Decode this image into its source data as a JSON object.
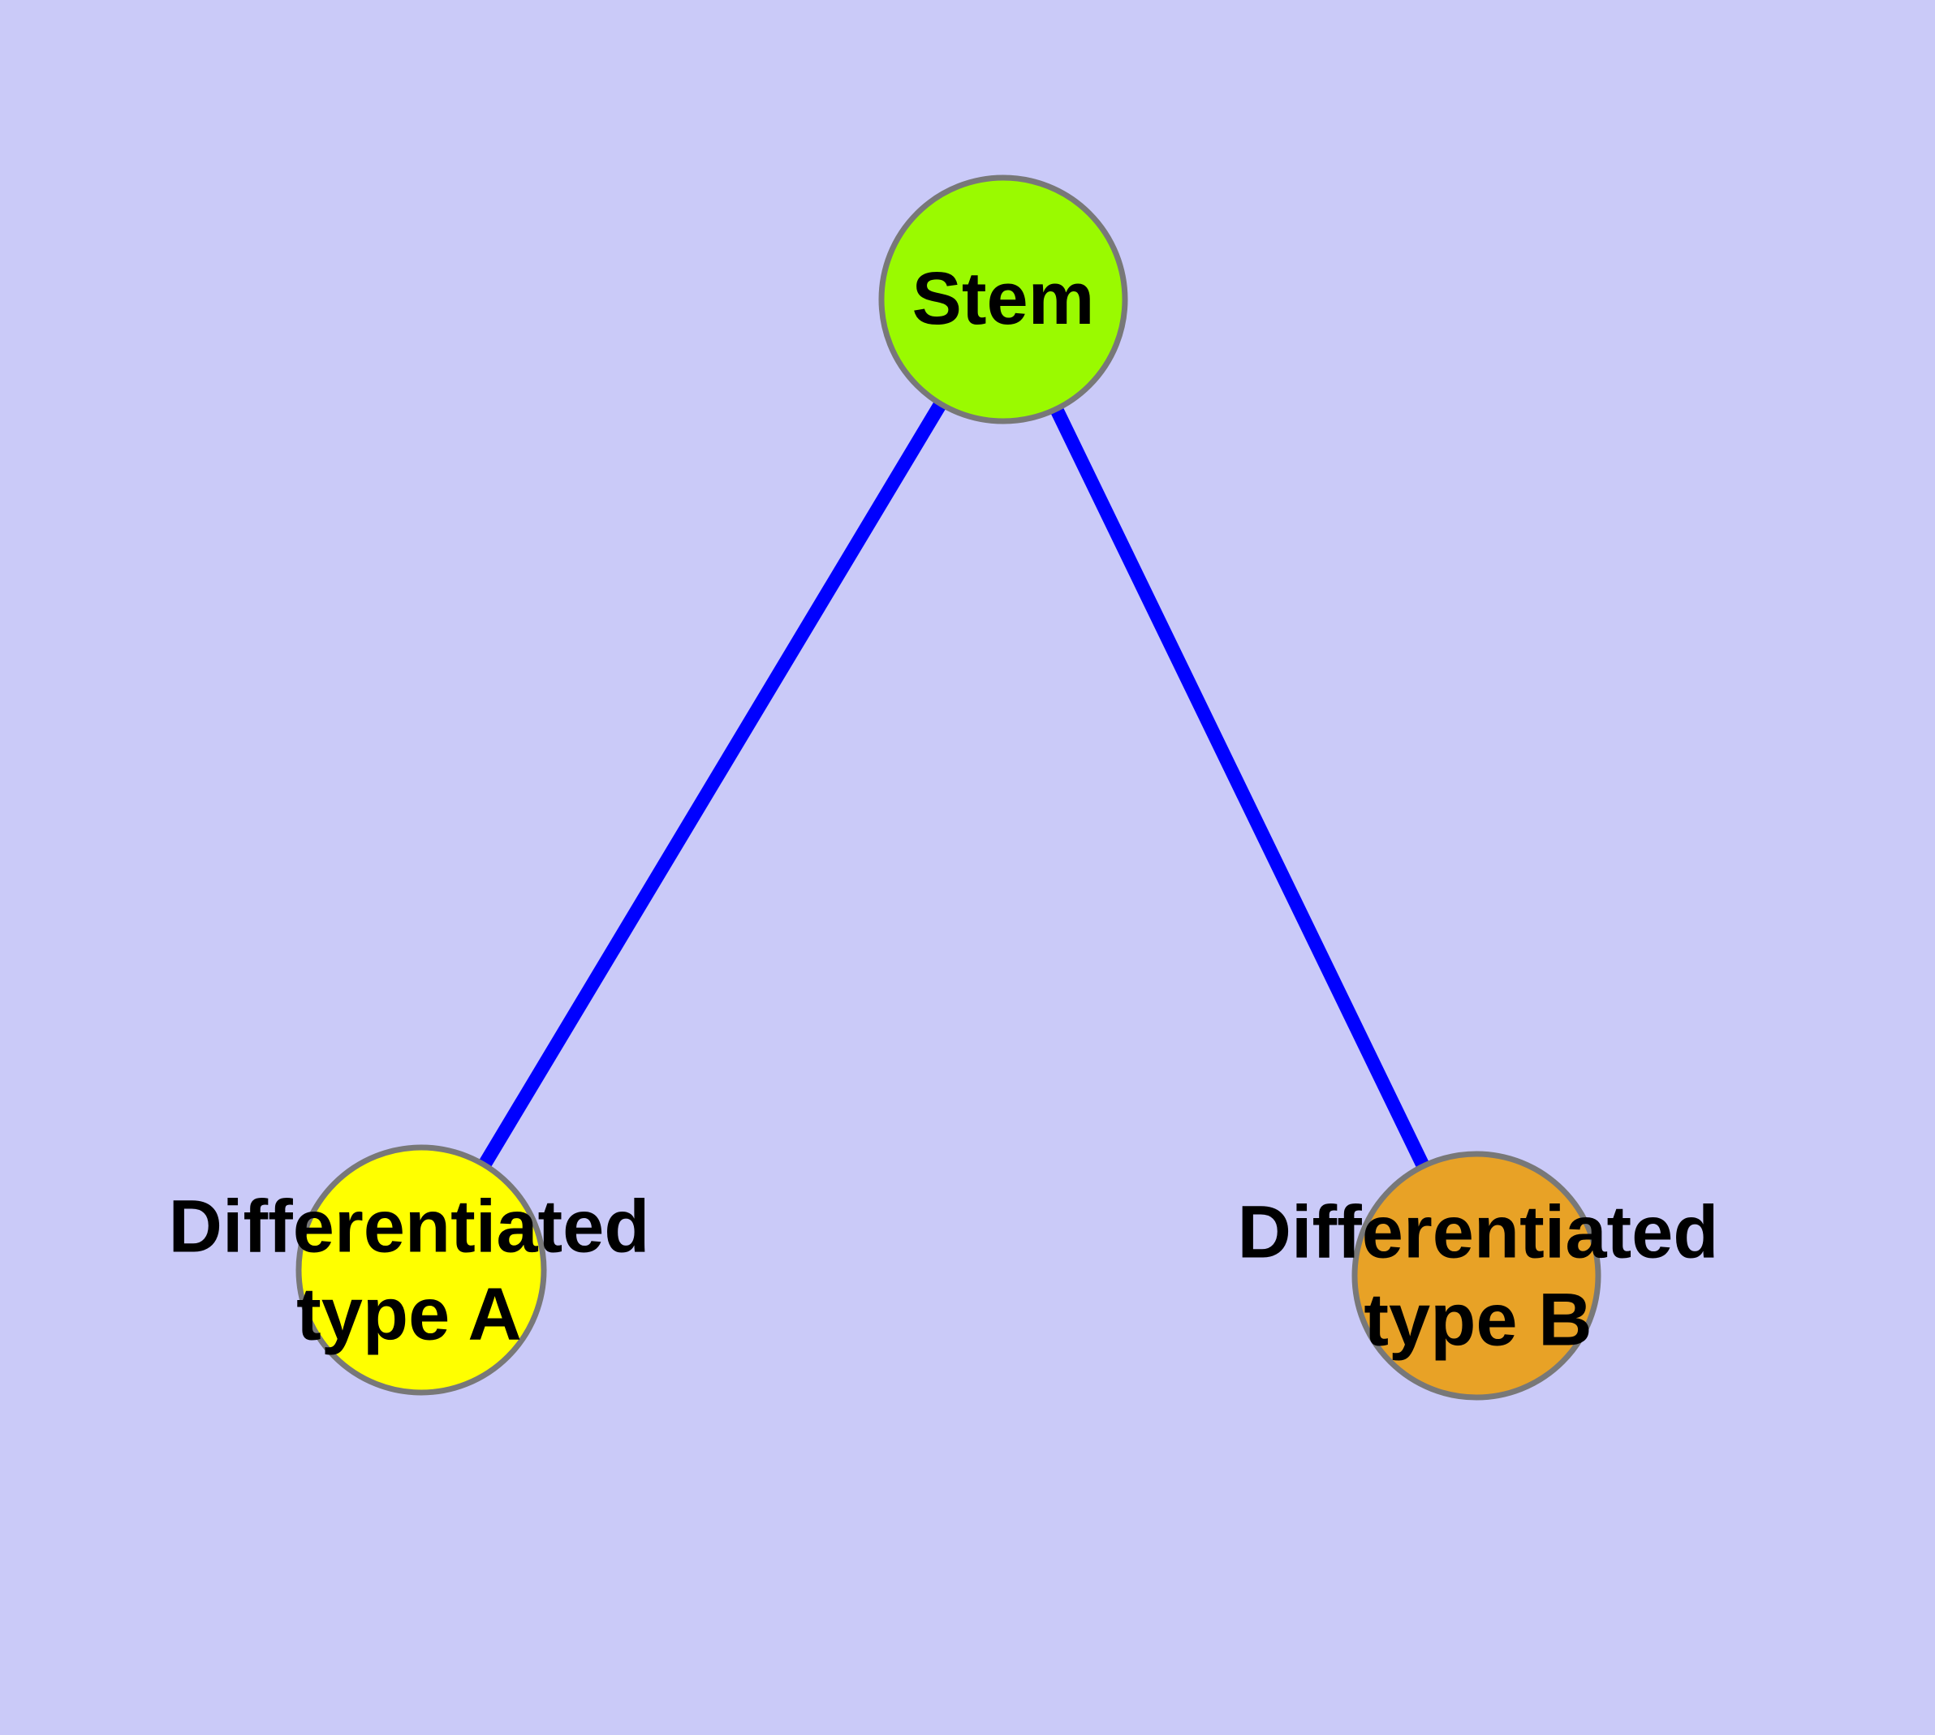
{
  "diagram": {
    "type": "node-link-graph",
    "background_color": "#CACAF8",
    "edge_color": "#0000FF",
    "node_border_color": "#787878",
    "label_color": "#000000",
    "nodes": {
      "stem": {
        "label": "Stem",
        "fill": "#9AFA00"
      },
      "type_a": {
        "label_line1": "Differentiated",
        "label_line2": "type A",
        "fill": "#FFFF00"
      },
      "type_b": {
        "label_line1": "Differentiated",
        "label_line2": "type B",
        "fill": "#E8A226"
      }
    },
    "edges": [
      {
        "from": "Stem",
        "to": "Differentiated type A"
      },
      {
        "from": "Stem",
        "to": "Differentiated type B"
      }
    ]
  }
}
